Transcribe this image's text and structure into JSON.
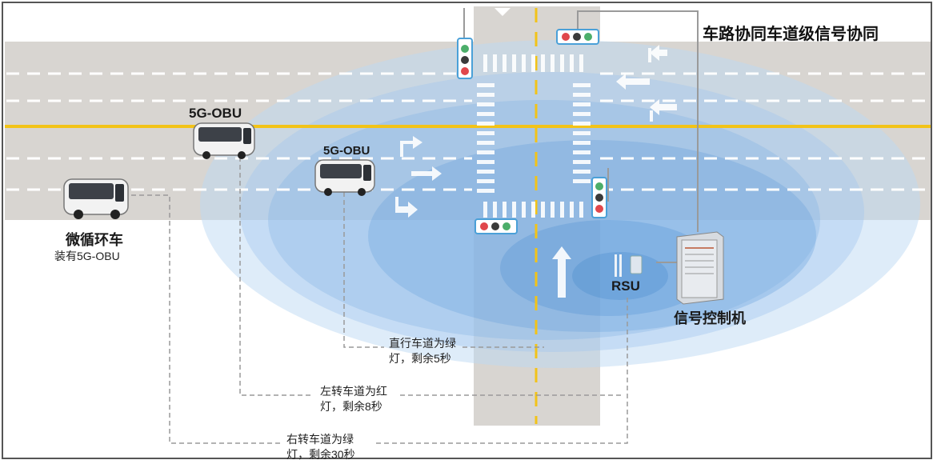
{
  "title": "车路协同车道级信号协同",
  "labels": {
    "obu_left": "5G-OBU",
    "obu_mid": "5G-OBU",
    "bus_name": "微循环车",
    "bus_sub": "装有5G-OBU",
    "rsu": "RSU",
    "controller": "信号控制机"
  },
  "messages": {
    "straight": [
      "直行车道为绿",
      "灯，剩余5秒"
    ],
    "left": [
      "左转车道为红",
      "灯，剩余8秒"
    ],
    "right": [
      "右转车道为绿",
      "灯，剩余30秒"
    ]
  },
  "colors": {
    "road": "#d9d6d2",
    "center_line": "#f2c318",
    "coverage": "#3f8fd6",
    "signal_red": "#e0474c",
    "signal_green": "#4cae6a",
    "signal_dark": "#3a3a3a"
  },
  "icons": [
    "bus-icon",
    "traffic-light-icon",
    "rsu-antenna-icon",
    "signal-cabinet-icon",
    "arrow-icon"
  ]
}
